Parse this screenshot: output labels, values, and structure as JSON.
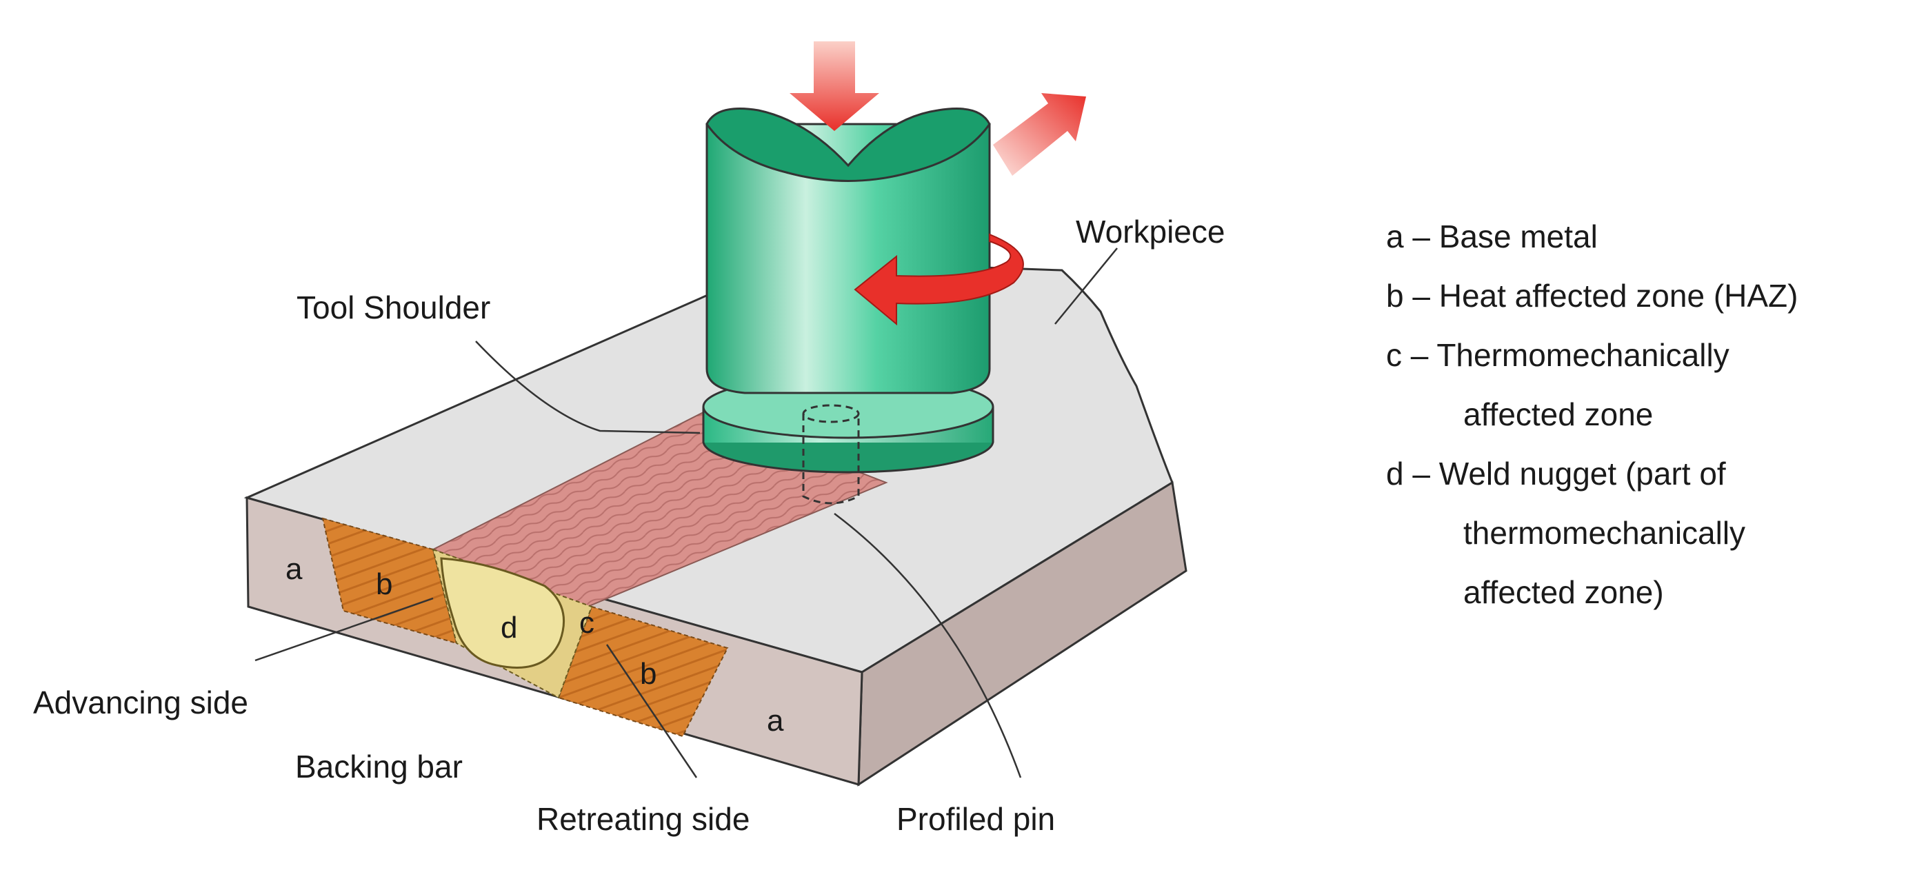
{
  "labels": {
    "workpiece": "Workpiece",
    "tool_shoulder": "Tool Shoulder",
    "advancing_side": "Advancing side",
    "backing_bar": "Backing bar",
    "retreating_side": "Retreating side",
    "profiled_pin": "Profiled pin"
  },
  "zones": {
    "a": "a",
    "b": "b",
    "c": "c",
    "d": "d"
  },
  "legend": [
    {
      "text": "a – Base metal"
    },
    {
      "text": "b – Heat affected zone (HAZ)"
    },
    {
      "text": "c – Thermomechanically"
    },
    {
      "text": "affected zone",
      "continuation": true
    },
    {
      "text": "d – Weld nugget (part of"
    },
    {
      "text": "thermomechanically",
      "continuation": true
    },
    {
      "text": "affected zone)",
      "continuation": true
    }
  ],
  "colors": {
    "tool": "#2fc48f",
    "arrow": "#e8302a",
    "haz": "#d9822f",
    "nugget": "#efe3a0",
    "weld_surface": "#d9918c",
    "plate_top": "#e2e2e2",
    "plate_side": "#ccbbb6"
  }
}
